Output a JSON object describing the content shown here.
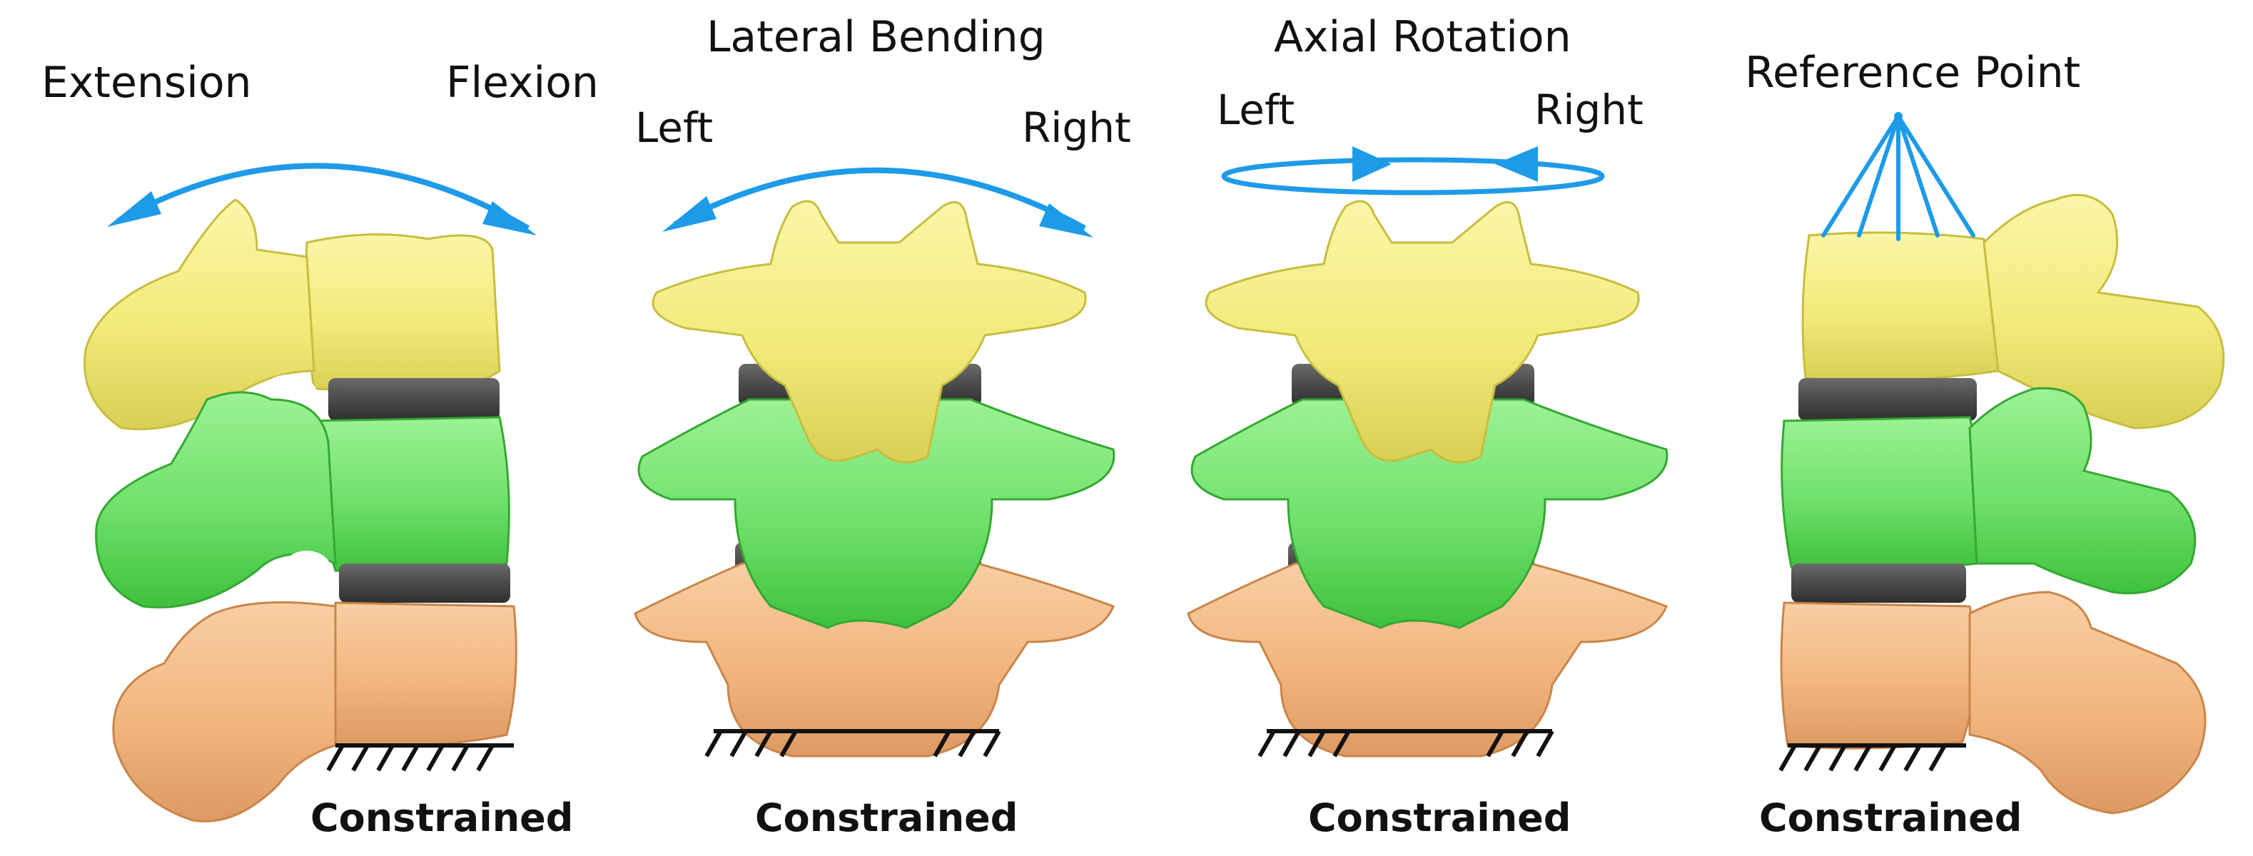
{
  "panels": [
    {
      "id": "flexion-extension",
      "labels": {
        "left": "Extension",
        "right": "Flexion"
      },
      "constraint_label": "Constrained"
    },
    {
      "id": "lateral-bending",
      "title": "Lateral Bending",
      "labels": {
        "left": "Left",
        "right": "Right"
      },
      "constraint_label": "Constrained"
    },
    {
      "id": "axial-rotation",
      "title": "Axial Rotation",
      "labels": {
        "left": "Left",
        "right": "Right"
      },
      "constraint_label": "Constrained"
    },
    {
      "id": "reference-point",
      "title": "Reference Point",
      "constraint_label": "Constrained"
    }
  ],
  "colors": {
    "arrow": "#1e9be8",
    "upper_vertebra": "#f2ea7a",
    "middle_vertebra": "#6ee06a",
    "lower_vertebra": "#f2b57e",
    "disc": "#4a4a4a",
    "hatch": "#111111"
  }
}
